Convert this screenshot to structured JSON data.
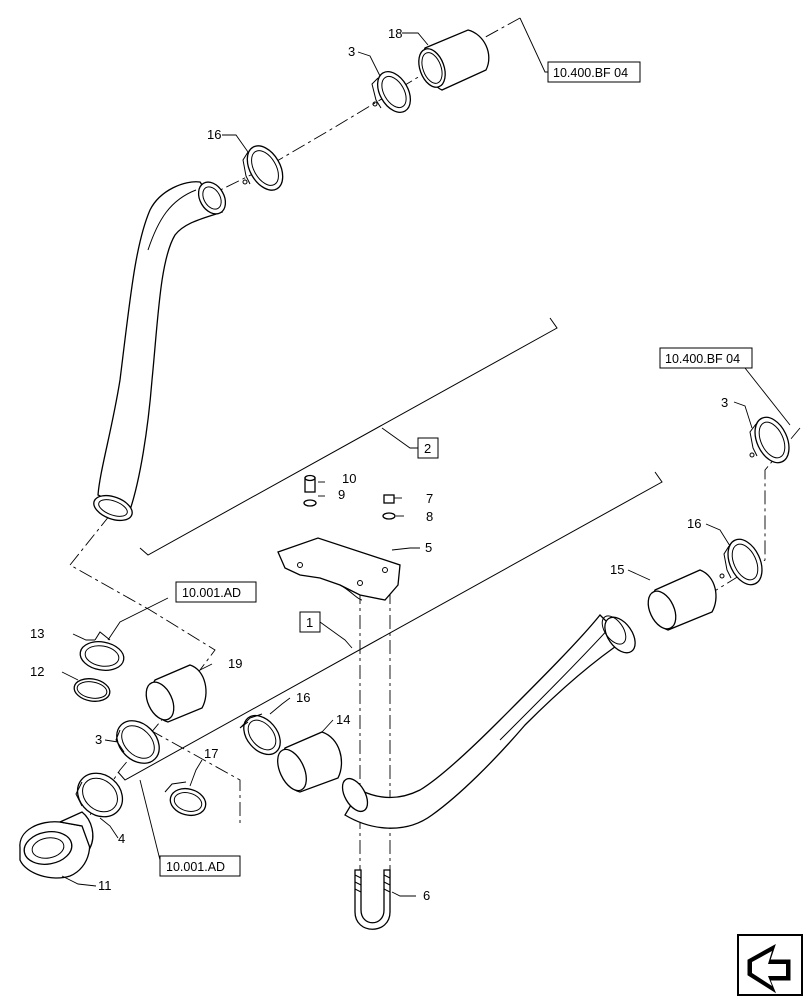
{
  "callouts": {
    "c18": "18",
    "c3a": "3",
    "c16a": "16",
    "c10": "10",
    "c9": "9",
    "c7": "7",
    "c8": "8",
    "c5": "5",
    "c2": "2",
    "c1": "1",
    "c3b": "3",
    "c16b": "16",
    "c15": "15",
    "c13": "13",
    "c12": "12",
    "c19": "19",
    "c3c": "3",
    "c16c": "16",
    "c14": "14",
    "c17": "17",
    "c4": "4",
    "c11": "11",
    "c6": "6"
  },
  "references": {
    "ref_top_right": "10.400.BF 04",
    "ref_mid_right": "10.400.BF 04",
    "ref_left_upper": "10.001.AD",
    "ref_left_lower": "10.001.AD"
  },
  "icons": {
    "nav_arrow": "next-page-arrow-icon"
  }
}
